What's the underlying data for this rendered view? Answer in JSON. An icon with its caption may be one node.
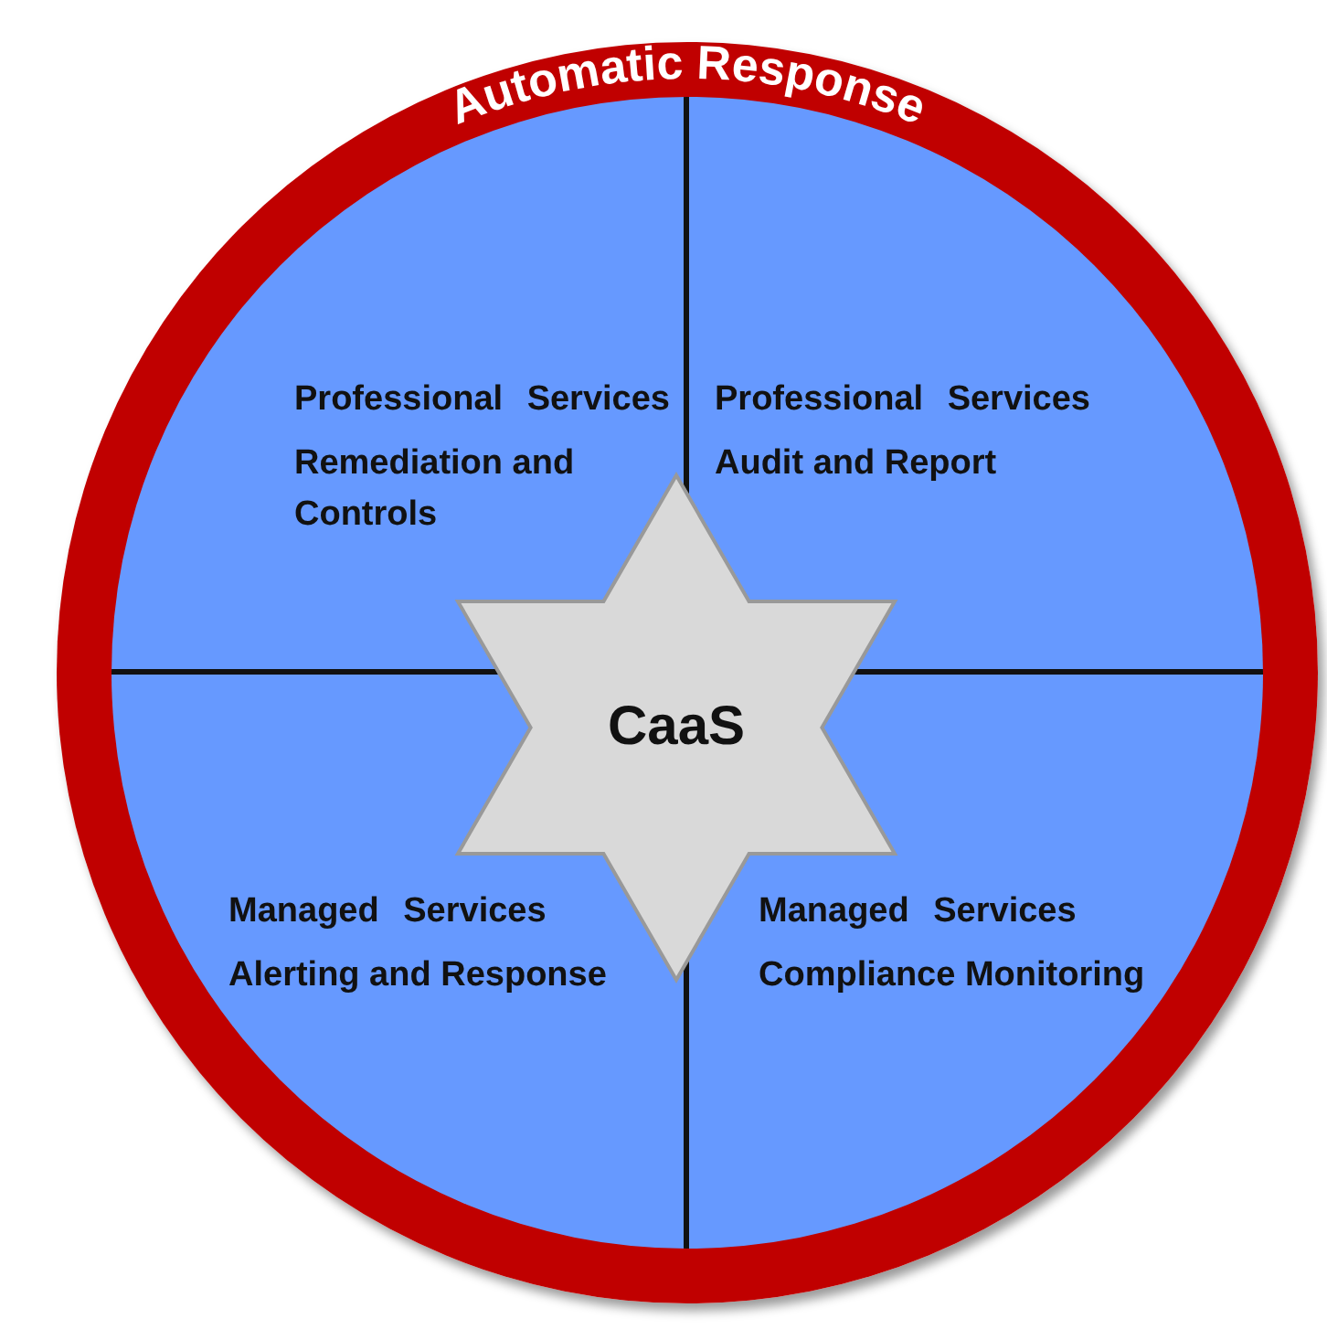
{
  "diagram": {
    "nodes": [
      {
        "text": [
          "Automatic Response"
        ]
      },
      {
        "text": [
          "Professional Services",
          "Remediation and Controls"
        ],
        "in": 0
      },
      {
        "text": [
          "Professional Services",
          "Audit and Report"
        ],
        "in": 0
      },
      {
        "text": [
          "Managed Services",
          "Alerting and Response"
        ],
        "in": 0
      },
      {
        "text": [
          "Managed Services",
          "Compliance Monitoring"
        ],
        "in": 0
      },
      {
        "text": [
          "CaaS"
        ],
        "in": 0
      }
    ]
  }
}
